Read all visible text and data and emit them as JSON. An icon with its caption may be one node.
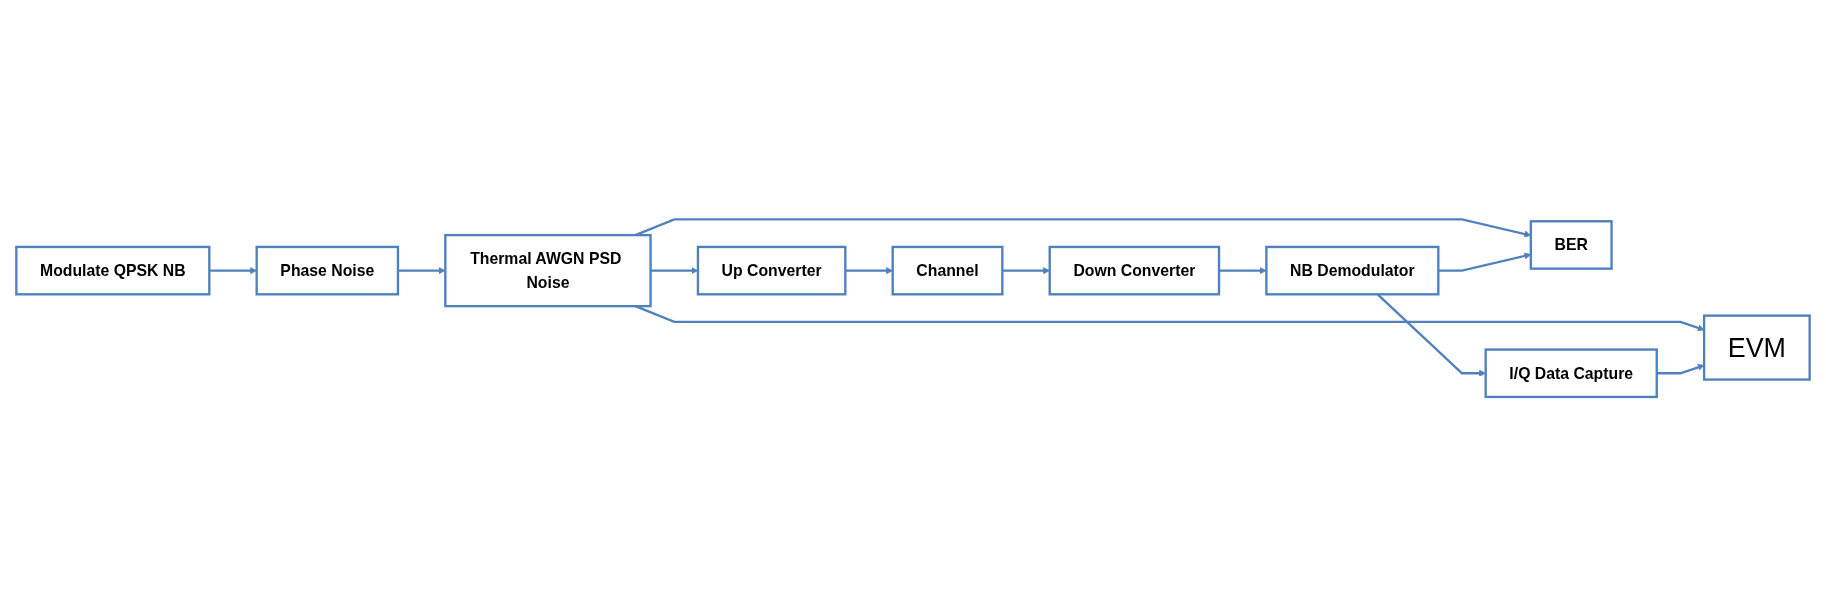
{
  "diagram": {
    "nodes": [
      {
        "text": [
          "Modulate QPSK NB"
        ]
      },
      {
        "text": [
          "Phase Noise"
        ]
      },
      {
        "text": [
          "Thermal AWGN PSD Noise"
        ]
      },
      {
        "text": [
          "BER"
        ]
      },
      {
        "text": [
          "Up Converter"
        ]
      },
      {
        "text": [
          "Channel"
        ]
      },
      {
        "text": [
          "Down Converter"
        ]
      },
      {
        "text": [
          "NB Demodulator"
        ]
      },
      {
        "text": [
          "I/Q Data Capture"
        ]
      },
      {
        "text": [
          "EVM"
        ]
      }
    ],
    "edges": [
      {
        "from": 0,
        "to": 1,
        "arrow": "to"
      },
      {
        "from": 1,
        "to": 2,
        "arrow": "to"
      },
      {
        "from": 2,
        "to": 4,
        "arrow": "to"
      },
      {
        "from": 2,
        "to": 3,
        "arrow": "to"
      },
      {
        "from": 2,
        "to": 9,
        "arrow": "to"
      },
      {
        "from": 4,
        "to": 5,
        "arrow": "to"
      },
      {
        "from": 5,
        "to": 6,
        "arrow": "to"
      },
      {
        "from": 6,
        "to": 7,
        "arrow": "to"
      },
      {
        "from": 7,
        "to": 3,
        "arrow": "to"
      },
      {
        "from": 7,
        "to": 8,
        "arrow": "to"
      },
      {
        "from": 8,
        "to": 9,
        "arrow": "to"
      }
    ]
  }
}
